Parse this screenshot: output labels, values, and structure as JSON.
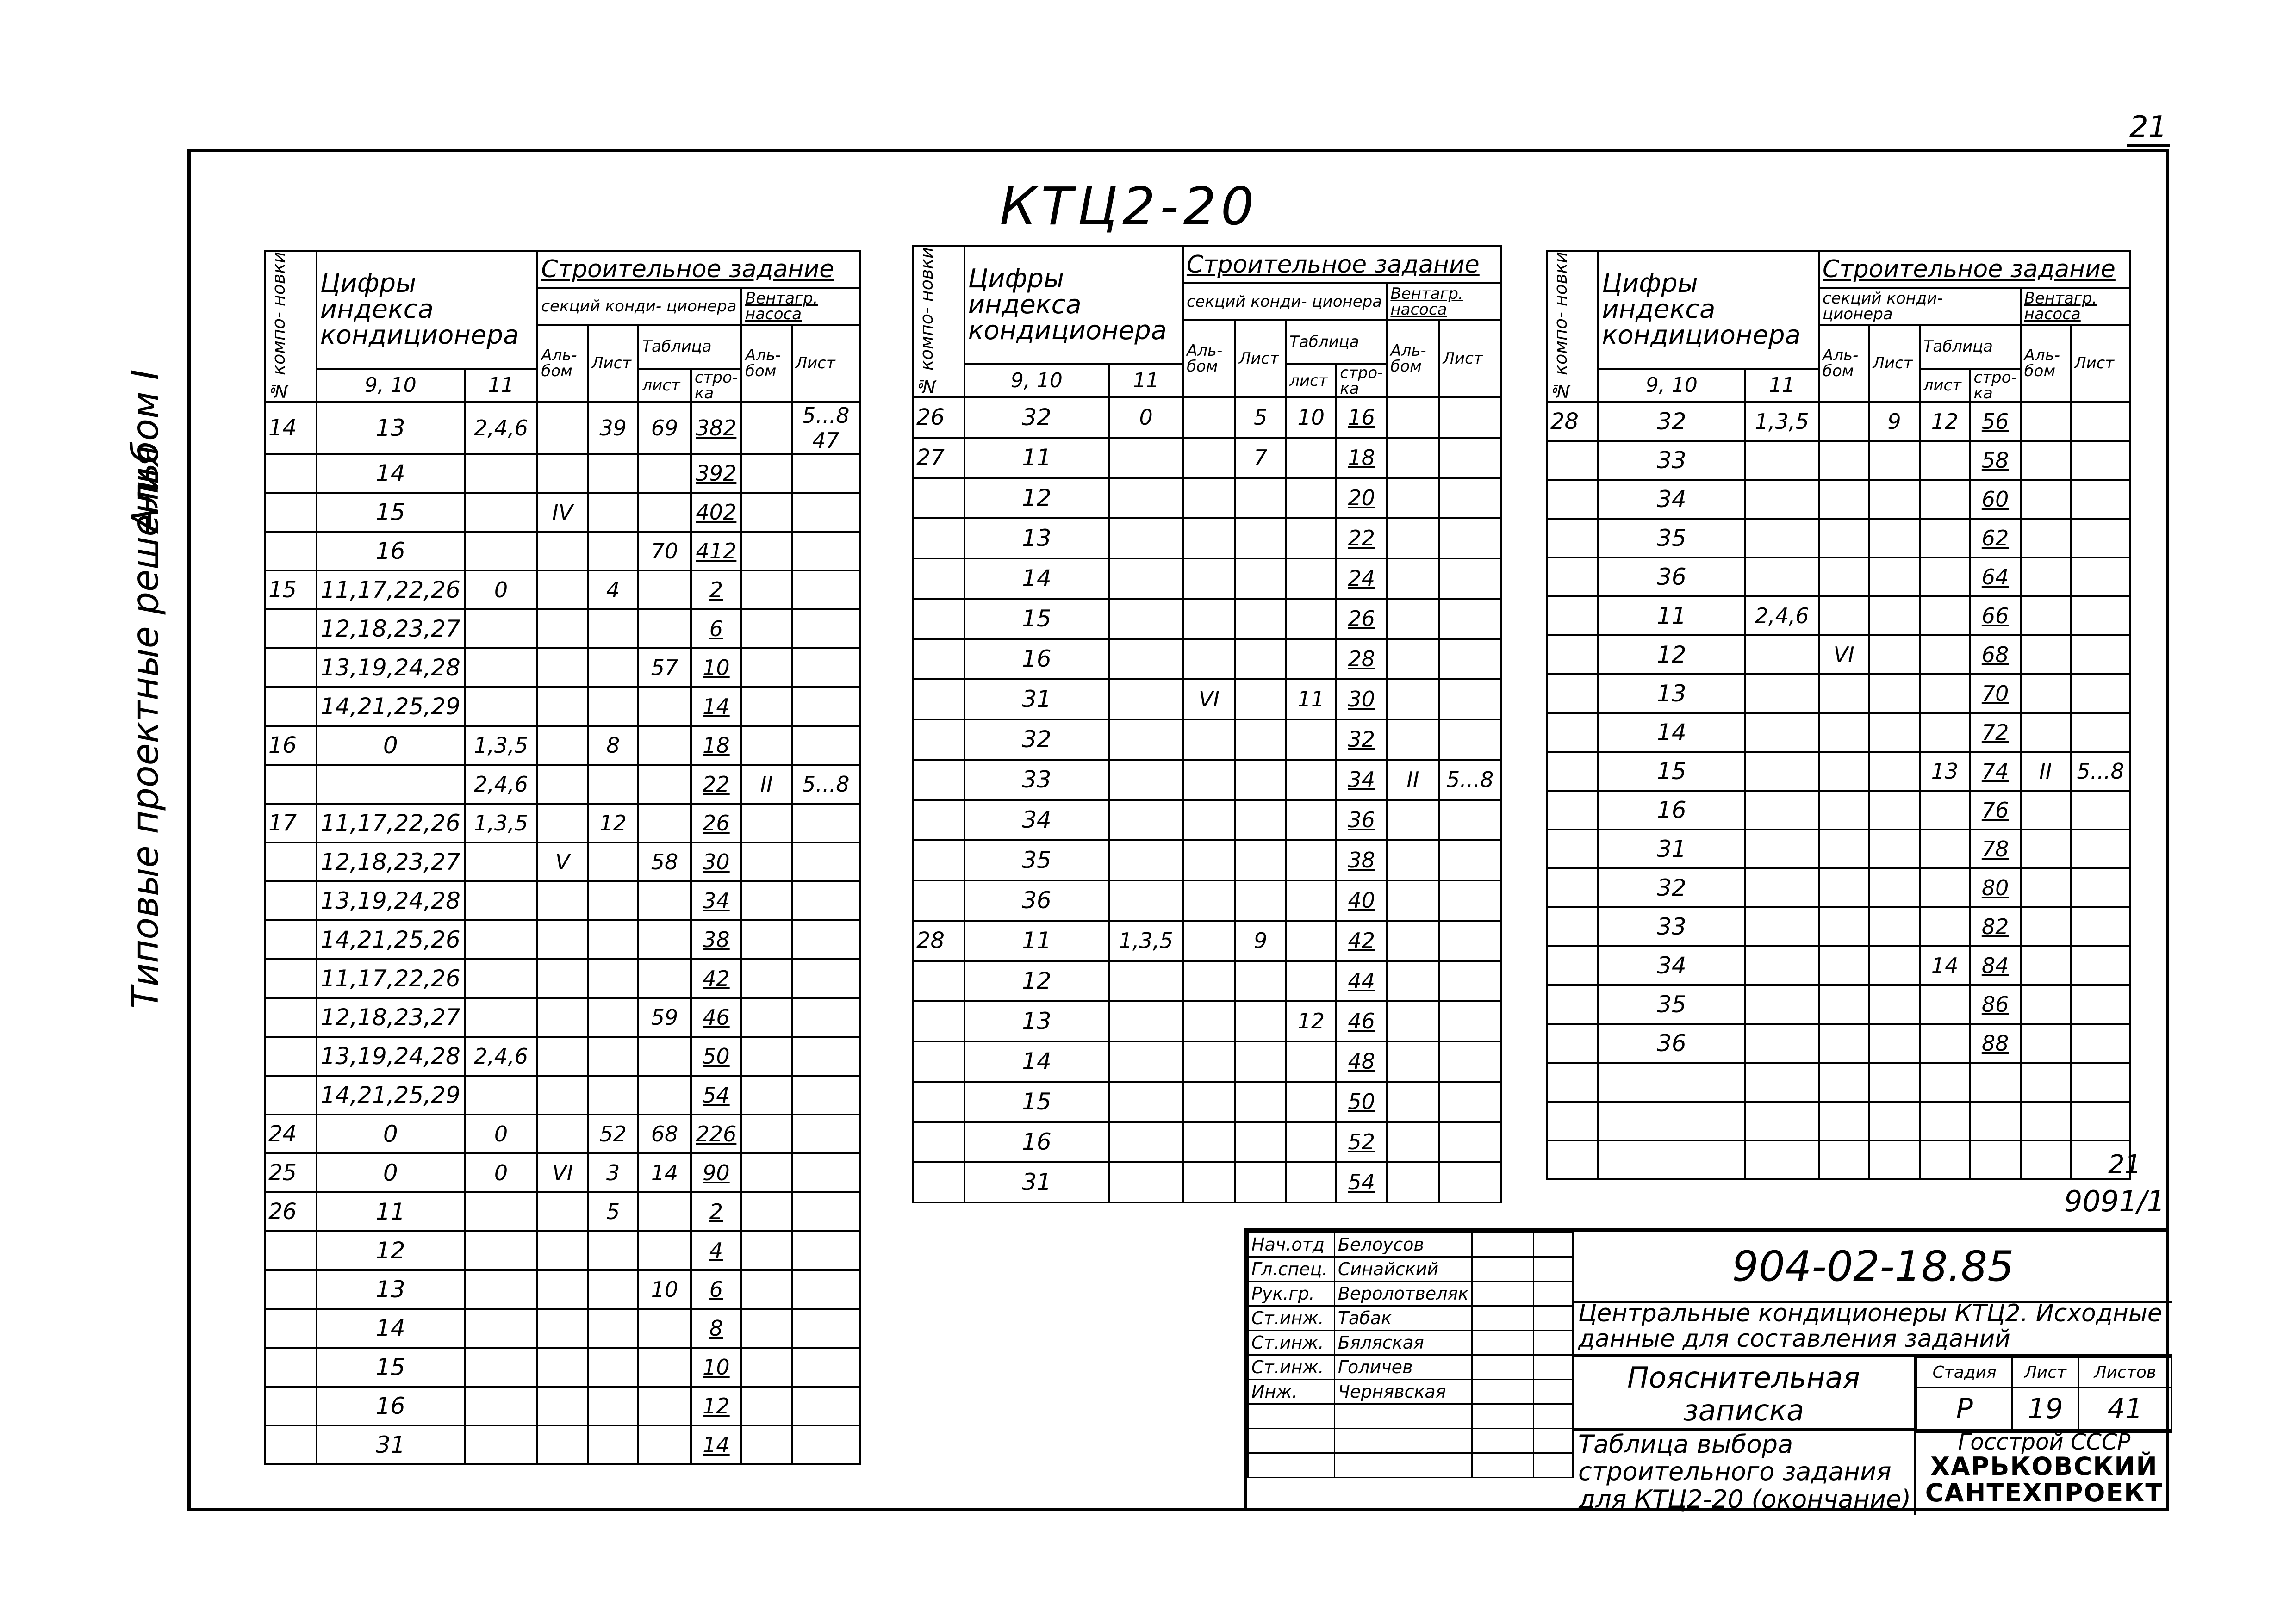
{
  "page_number": "21",
  "sheet_title": "КТЦ2-20",
  "side_series": "Типовые проектные решения",
  "side_album": "Альбом I",
  "headers": {
    "komponovka": "№ компо- новки",
    "digits": "Цифры индекса кондиционера",
    "build_task": "Строительное задание",
    "sections": "секций конди- ционера",
    "ventagr": "Вентагр. насоса",
    "album": "Аль- бом",
    "list": "Лист",
    "tablica": "Таблица",
    "t_list": "лист",
    "t_row": "стро- ка",
    "col_910": "9, 10",
    "col_11": "11"
  },
  "table1": {
    "rows": [
      {
        "k": "14",
        "d910": "13",
        "d11": "2,4,6",
        "alb": "",
        "lst": "39",
        "tl": "69",
        "tr": "382",
        "va": "",
        "vl": "5...8 47"
      },
      {
        "k": "",
        "d910": "14",
        "d11": "",
        "alb": "",
        "lst": "",
        "tl": "",
        "tr": "392",
        "va": "",
        "vl": ""
      },
      {
        "k": "",
        "d910": "15",
        "d11": "",
        "alb": "IV",
        "lst": "",
        "tl": "",
        "tr": "402",
        "va": "",
        "vl": ""
      },
      {
        "k": "",
        "d910": "16",
        "d11": "",
        "alb": "",
        "lst": "",
        "tl": "70",
        "tr": "412",
        "va": "",
        "vl": ""
      },
      {
        "k": "15",
        "d910": "11,17,22,26",
        "d11": "0",
        "alb": "",
        "lst": "4",
        "tl": "",
        "tr": "2",
        "va": "",
        "vl": ""
      },
      {
        "k": "",
        "d910": "12,18,23,27",
        "d11": "",
        "alb": "",
        "lst": "",
        "tl": "",
        "tr": "6",
        "va": "",
        "vl": ""
      },
      {
        "k": "",
        "d910": "13,19,24,28",
        "d11": "",
        "alb": "",
        "lst": "",
        "tl": "57",
        "tr": "10",
        "va": "",
        "vl": ""
      },
      {
        "k": "",
        "d910": "14,21,25,29",
        "d11": "",
        "alb": "",
        "lst": "",
        "tl": "",
        "tr": "14",
        "va": "",
        "vl": ""
      },
      {
        "k": "16",
        "d910": "0",
        "d11": "1,3,5",
        "alb": "",
        "lst": "8",
        "tl": "",
        "tr": "18",
        "va": "",
        "vl": ""
      },
      {
        "k": "",
        "d910": "",
        "d11": "2,4,6",
        "alb": "",
        "lst": "",
        "tl": "",
        "tr": "22",
        "va": "II",
        "vl": "5...8"
      },
      {
        "k": "17",
        "d910": "11,17,22,26",
        "d11": "1,3,5",
        "alb": "",
        "lst": "12",
        "tl": "",
        "tr": "26",
        "va": "",
        "vl": ""
      },
      {
        "k": "",
        "d910": "12,18,23,27",
        "d11": "",
        "alb": "V",
        "lst": "",
        "tl": "58",
        "tr": "30",
        "va": "",
        "vl": ""
      },
      {
        "k": "",
        "d910": "13,19,24,28",
        "d11": "",
        "alb": "",
        "lst": "",
        "tl": "",
        "tr": "34",
        "va": "",
        "vl": ""
      },
      {
        "k": "",
        "d910": "14,21,25,26",
        "d11": "",
        "alb": "",
        "lst": "",
        "tl": "",
        "tr": "38",
        "va": "",
        "vl": ""
      },
      {
        "k": "",
        "d910": "11,17,22,26",
        "d11": "",
        "alb": "",
        "lst": "",
        "tl": "",
        "tr": "42",
        "va": "",
        "vl": ""
      },
      {
        "k": "",
        "d910": "12,18,23,27",
        "d11": "",
        "alb": "",
        "lst": "",
        "tl": "59",
        "tr": "46",
        "va": "",
        "vl": ""
      },
      {
        "k": "",
        "d910": "13,19,24,28",
        "d11": "2,4,6",
        "alb": "",
        "lst": "",
        "tl": "",
        "tr": "50",
        "va": "",
        "vl": ""
      },
      {
        "k": "",
        "d910": "14,21,25,29",
        "d11": "",
        "alb": "",
        "lst": "",
        "tl": "",
        "tr": "54",
        "va": "",
        "vl": ""
      },
      {
        "k": "24",
        "d910": "0",
        "d11": "0",
        "alb": "",
        "lst": "52",
        "tl": "68",
        "tr": "226",
        "va": "",
        "vl": ""
      },
      {
        "k": "25",
        "d910": "0",
        "d11": "0",
        "alb": "VI",
        "lst": "3",
        "tl": "14",
        "tr": "90",
        "va": "",
        "vl": ""
      },
      {
        "k": "26",
        "d910": "11",
        "d11": "",
        "alb": "",
        "lst": "5",
        "tl": "",
        "tr": "2",
        "va": "",
        "vl": ""
      },
      {
        "k": "",
        "d910": "12",
        "d11": "",
        "alb": "",
        "lst": "",
        "tl": "",
        "tr": "4",
        "va": "",
        "vl": ""
      },
      {
        "k": "",
        "d910": "13",
        "d11": "",
        "alb": "",
        "lst": "",
        "tl": "10",
        "tr": "6",
        "va": "",
        "vl": ""
      },
      {
        "k": "",
        "d910": "14",
        "d11": "",
        "alb": "",
        "lst": "",
        "tl": "",
        "tr": "8",
        "va": "",
        "vl": ""
      },
      {
        "k": "",
        "d910": "15",
        "d11": "",
        "alb": "",
        "lst": "",
        "tl": "",
        "tr": "10",
        "va": "",
        "vl": ""
      },
      {
        "k": "",
        "d910": "16",
        "d11": "",
        "alb": "",
        "lst": "",
        "tl": "",
        "tr": "12",
        "va": "",
        "vl": ""
      },
      {
        "k": "",
        "d910": "31",
        "d11": "",
        "alb": "",
        "lst": "",
        "tl": "",
        "tr": "14",
        "va": "",
        "vl": ""
      }
    ]
  },
  "table2": {
    "rows": [
      {
        "k": "26",
        "d910": "32",
        "d11": "0",
        "alb": "",
        "lst": "5",
        "tl": "10",
        "tr": "16",
        "va": "",
        "vl": ""
      },
      {
        "k": "27",
        "d910": "11",
        "d11": "",
        "alb": "",
        "lst": "7",
        "tl": "",
        "tr": "18",
        "va": "",
        "vl": ""
      },
      {
        "k": "",
        "d910": "12",
        "d11": "",
        "alb": "",
        "lst": "",
        "tl": "",
        "tr": "20",
        "va": "",
        "vl": ""
      },
      {
        "k": "",
        "d910": "13",
        "d11": "",
        "alb": "",
        "lst": "",
        "tl": "",
        "tr": "22",
        "va": "",
        "vl": ""
      },
      {
        "k": "",
        "d910": "14",
        "d11": "",
        "alb": "",
        "lst": "",
        "tl": "",
        "tr": "24",
        "va": "",
        "vl": ""
      },
      {
        "k": "",
        "d910": "15",
        "d11": "",
        "alb": "",
        "lst": "",
        "tl": "",
        "tr": "26",
        "va": "",
        "vl": ""
      },
      {
        "k": "",
        "d910": "16",
        "d11": "",
        "alb": "",
        "lst": "",
        "tl": "",
        "tr": "28",
        "va": "",
        "vl": ""
      },
      {
        "k": "",
        "d910": "31",
        "d11": "",
        "alb": "VI",
        "lst": "",
        "tl": "11",
        "tr": "30",
        "va": "",
        "vl": ""
      },
      {
        "k": "",
        "d910": "32",
        "d11": "",
        "alb": "",
        "lst": "",
        "tl": "",
        "tr": "32",
        "va": "",
        "vl": ""
      },
      {
        "k": "",
        "d910": "33",
        "d11": "",
        "alb": "",
        "lst": "",
        "tl": "",
        "tr": "34",
        "va": "II",
        "vl": "5...8"
      },
      {
        "k": "",
        "d910": "34",
        "d11": "",
        "alb": "",
        "lst": "",
        "tl": "",
        "tr": "36",
        "va": "",
        "vl": ""
      },
      {
        "k": "",
        "d910": "35",
        "d11": "",
        "alb": "",
        "lst": "",
        "tl": "",
        "tr": "38",
        "va": "",
        "vl": ""
      },
      {
        "k": "",
        "d910": "36",
        "d11": "",
        "alb": "",
        "lst": "",
        "tl": "",
        "tr": "40",
        "va": "",
        "vl": ""
      },
      {
        "k": "28",
        "d910": "11",
        "d11": "1,3,5",
        "alb": "",
        "lst": "9",
        "tl": "",
        "tr": "42",
        "va": "",
        "vl": ""
      },
      {
        "k": "",
        "d910": "12",
        "d11": "",
        "alb": "",
        "lst": "",
        "tl": "",
        "tr": "44",
        "va": "",
        "vl": ""
      },
      {
        "k": "",
        "d910": "13",
        "d11": "",
        "alb": "",
        "lst": "",
        "tl": "12",
        "tr": "46",
        "va": "",
        "vl": ""
      },
      {
        "k": "",
        "d910": "14",
        "d11": "",
        "alb": "",
        "lst": "",
        "tl": "",
        "tr": "48",
        "va": "",
        "vl": ""
      },
      {
        "k": "",
        "d910": "15",
        "d11": "",
        "alb": "",
        "lst": "",
        "tl": "",
        "tr": "50",
        "va": "",
        "vl": ""
      },
      {
        "k": "",
        "d910": "16",
        "d11": "",
        "alb": "",
        "lst": "",
        "tl": "",
        "tr": "52",
        "va": "",
        "vl": ""
      },
      {
        "k": "",
        "d910": "31",
        "d11": "",
        "alb": "",
        "lst": "",
        "tl": "",
        "tr": "54",
        "va": "",
        "vl": ""
      }
    ]
  },
  "table3": {
    "rows": [
      {
        "k": "28",
        "d910": "32",
        "d11": "1,3,5",
        "alb": "",
        "lst": "9",
        "tl": "12",
        "tr": "56",
        "va": "",
        "vl": ""
      },
      {
        "k": "",
        "d910": "33",
        "d11": "",
        "alb": "",
        "lst": "",
        "tl": "",
        "tr": "58",
        "va": "",
        "vl": ""
      },
      {
        "k": "",
        "d910": "34",
        "d11": "",
        "alb": "",
        "lst": "",
        "tl": "",
        "tr": "60",
        "va": "",
        "vl": ""
      },
      {
        "k": "",
        "d910": "35",
        "d11": "",
        "alb": "",
        "lst": "",
        "tl": "",
        "tr": "62",
        "va": "",
        "vl": ""
      },
      {
        "k": "",
        "d910": "36",
        "d11": "",
        "alb": "",
        "lst": "",
        "tl": "",
        "tr": "64",
        "va": "",
        "vl": ""
      },
      {
        "k": "",
        "d910": "11",
        "d11": "2,4,6",
        "alb": "",
        "lst": "",
        "tl": "",
        "tr": "66",
        "va": "",
        "vl": ""
      },
      {
        "k": "",
        "d910": "12",
        "d11": "",
        "alb": "VI",
        "lst": "",
        "tl": "",
        "tr": "68",
        "va": "",
        "vl": ""
      },
      {
        "k": "",
        "d910": "13",
        "d11": "",
        "alb": "",
        "lst": "",
        "tl": "",
        "tr": "70",
        "va": "",
        "vl": ""
      },
      {
        "k": "",
        "d910": "14",
        "d11": "",
        "alb": "",
        "lst": "",
        "tl": "",
        "tr": "72",
        "va": "",
        "vl": ""
      },
      {
        "k": "",
        "d910": "15",
        "d11": "",
        "alb": "",
        "lst": "",
        "tl": "13",
        "tr": "74",
        "va": "II",
        "vl": "5...8"
      },
      {
        "k": "",
        "d910": "16",
        "d11": "",
        "alb": "",
        "lst": "",
        "tl": "",
        "tr": "76",
        "va": "",
        "vl": ""
      },
      {
        "k": "",
        "d910": "31",
        "d11": "",
        "alb": "",
        "lst": "",
        "tl": "",
        "tr": "78",
        "va": "",
        "vl": ""
      },
      {
        "k": "",
        "d910": "32",
        "d11": "",
        "alb": "",
        "lst": "",
        "tl": "",
        "tr": "80",
        "va": "",
        "vl": ""
      },
      {
        "k": "",
        "d910": "33",
        "d11": "",
        "alb": "",
        "lst": "",
        "tl": "",
        "tr": "82",
        "va": "",
        "vl": ""
      },
      {
        "k": "",
        "d910": "34",
        "d11": "",
        "alb": "",
        "lst": "",
        "tl": "14",
        "tr": "84",
        "va": "",
        "vl": ""
      },
      {
        "k": "",
        "d910": "35",
        "d11": "",
        "alb": "",
        "lst": "",
        "tl": "",
        "tr": "86",
        "va": "",
        "vl": ""
      },
      {
        "k": "",
        "d910": "36",
        "d11": "",
        "alb": "",
        "lst": "",
        "tl": "",
        "tr": "88",
        "va": "",
        "vl": ""
      },
      {
        "k": "",
        "d910": "",
        "d11": "",
        "alb": "",
        "lst": "",
        "tl": "",
        "tr": "",
        "va": "",
        "vl": ""
      },
      {
        "k": "",
        "d910": "",
        "d11": "",
        "alb": "",
        "lst": "",
        "tl": "",
        "tr": "",
        "va": "",
        "vl": ""
      },
      {
        "k": "",
        "d910": "",
        "d11": "",
        "alb": "",
        "lst": "",
        "tl": "",
        "tr": "",
        "va": "",
        "vl": ""
      }
    ]
  },
  "code_small": "21",
  "code_big": "9091/1",
  "title_block": {
    "roles": [
      {
        "role": "Нач.отд",
        "name": "Белоусов"
      },
      {
        "role": "Гл.спец.",
        "name": "Синайский"
      },
      {
        "role": "Рук.гр.",
        "name": "Веролотвеляк"
      },
      {
        "role": "Ст.инж.",
        "name": "Табак"
      },
      {
        "role": "Ст.инж.",
        "name": "Бяляская"
      },
      {
        "role": "Ст.инж.",
        "name": "Голичев"
      },
      {
        "role": "Инж.",
        "name": "Чернявская"
      }
    ],
    "doc_number": "904-02-18.85",
    "object_name": "Центральные кондиционеры КТЦ2. Исходные данные для составления заданий",
    "doc_type": "Пояснительная записка",
    "stage_label": "Стадия",
    "sheet_label": "Лист",
    "sheets_label": "Листов",
    "stage": "Р",
    "sheet": "19",
    "sheets": "41",
    "table_title": "Таблица выбора строительного задания для КТЦ2-20 (окончание)",
    "org_line1": "Госстрой СССР",
    "org_line2": "ХАРЬКОВСКИЙ",
    "org_line3": "САНТЕХПРОЕКТ"
  }
}
